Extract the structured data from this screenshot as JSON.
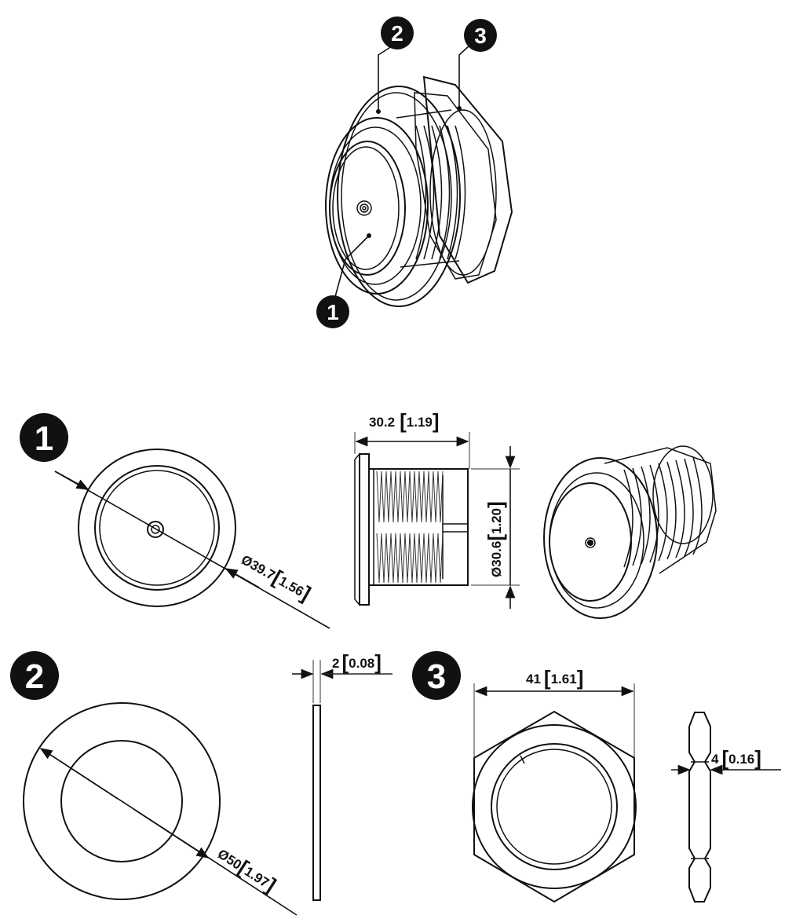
{
  "callouts": {
    "c1": "1",
    "c2": "2",
    "c3": "3"
  },
  "sections": {
    "s1": "1",
    "s2": "2",
    "s3": "3"
  },
  "dimensions": {
    "button_diameter": {
      "symbol": "Ø",
      "mm": "39.7",
      "inch": "1.56"
    },
    "body_length": {
      "mm": "30.2",
      "inch": "1.19"
    },
    "body_diameter": {
      "symbol": "Ø",
      "mm": "30.6",
      "inch": "1.20"
    },
    "washer_thickness": {
      "mm": "2",
      "inch": "0.08"
    },
    "washer_diameter": {
      "symbol": "Ø",
      "mm": "50",
      "inch": "1.97"
    },
    "nut_width": {
      "mm": "41",
      "inch": "1.61"
    },
    "nut_thickness": {
      "mm": "4",
      "inch": "0.16"
    }
  }
}
